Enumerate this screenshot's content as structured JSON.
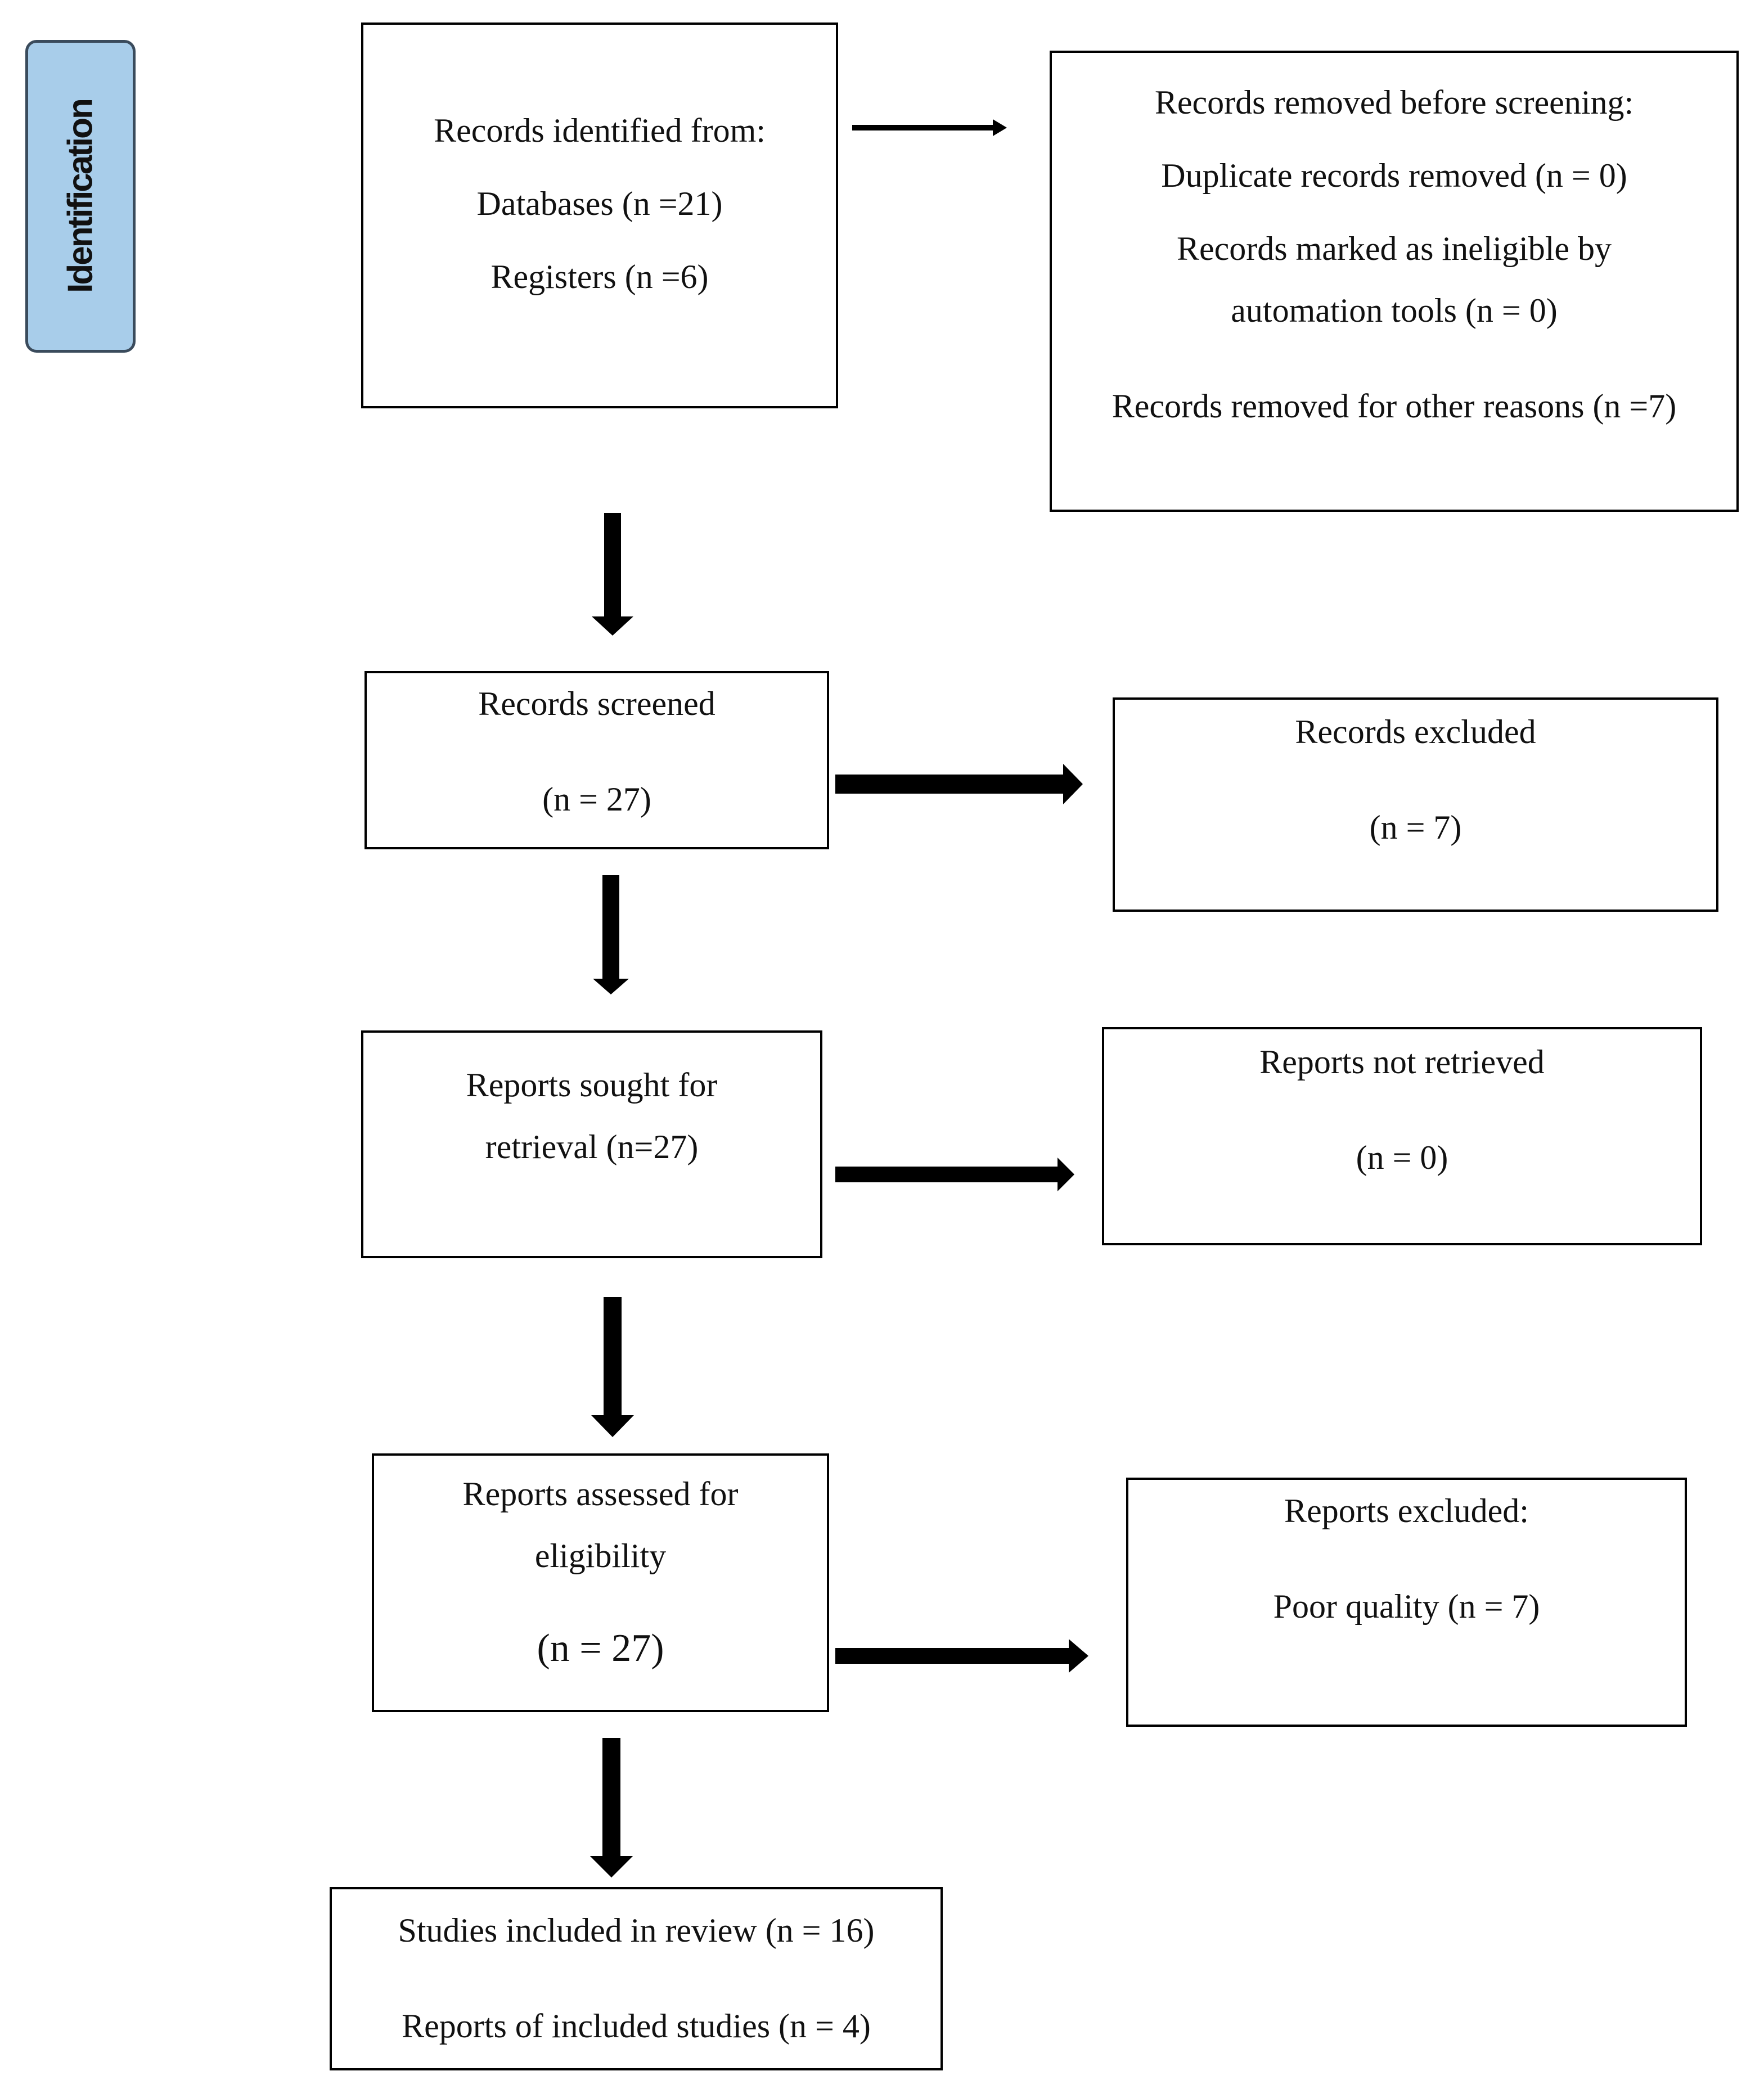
{
  "stage_label": "Identification",
  "boxes": {
    "identified": {
      "title": "Records identified from:",
      "databases": "Databases (n =21)",
      "registers": "Registers (n =6)"
    },
    "removed": {
      "title": "Records removed before screening:",
      "duplicates": "Duplicate records removed (n = 0)",
      "ineligible_line1": "Records marked as ineligible by",
      "ineligible_line2": "automation tools (n = 0)",
      "other": "Records removed for other reasons (n =7)"
    },
    "screened": {
      "title": "Records screened",
      "count": "(n = 27)"
    },
    "excluded": {
      "title": "Records excluded",
      "count": "(n = 7)"
    },
    "sought": {
      "line1": "Reports sought for",
      "line2": "retrieval (n=27)"
    },
    "not_retrieved": {
      "title": "Reports not retrieved",
      "count": "(n = 0)"
    },
    "assessed": {
      "line1": "Reports assessed for",
      "line2": "eligibility",
      "count": "(n = 27)"
    },
    "reports_excluded": {
      "title": "Reports excluded:",
      "reason": "Poor quality (n = 7)"
    },
    "included": {
      "studies": "Studies included in review (n = 16)",
      "reports": "Reports of included studies (n = 4)"
    }
  }
}
